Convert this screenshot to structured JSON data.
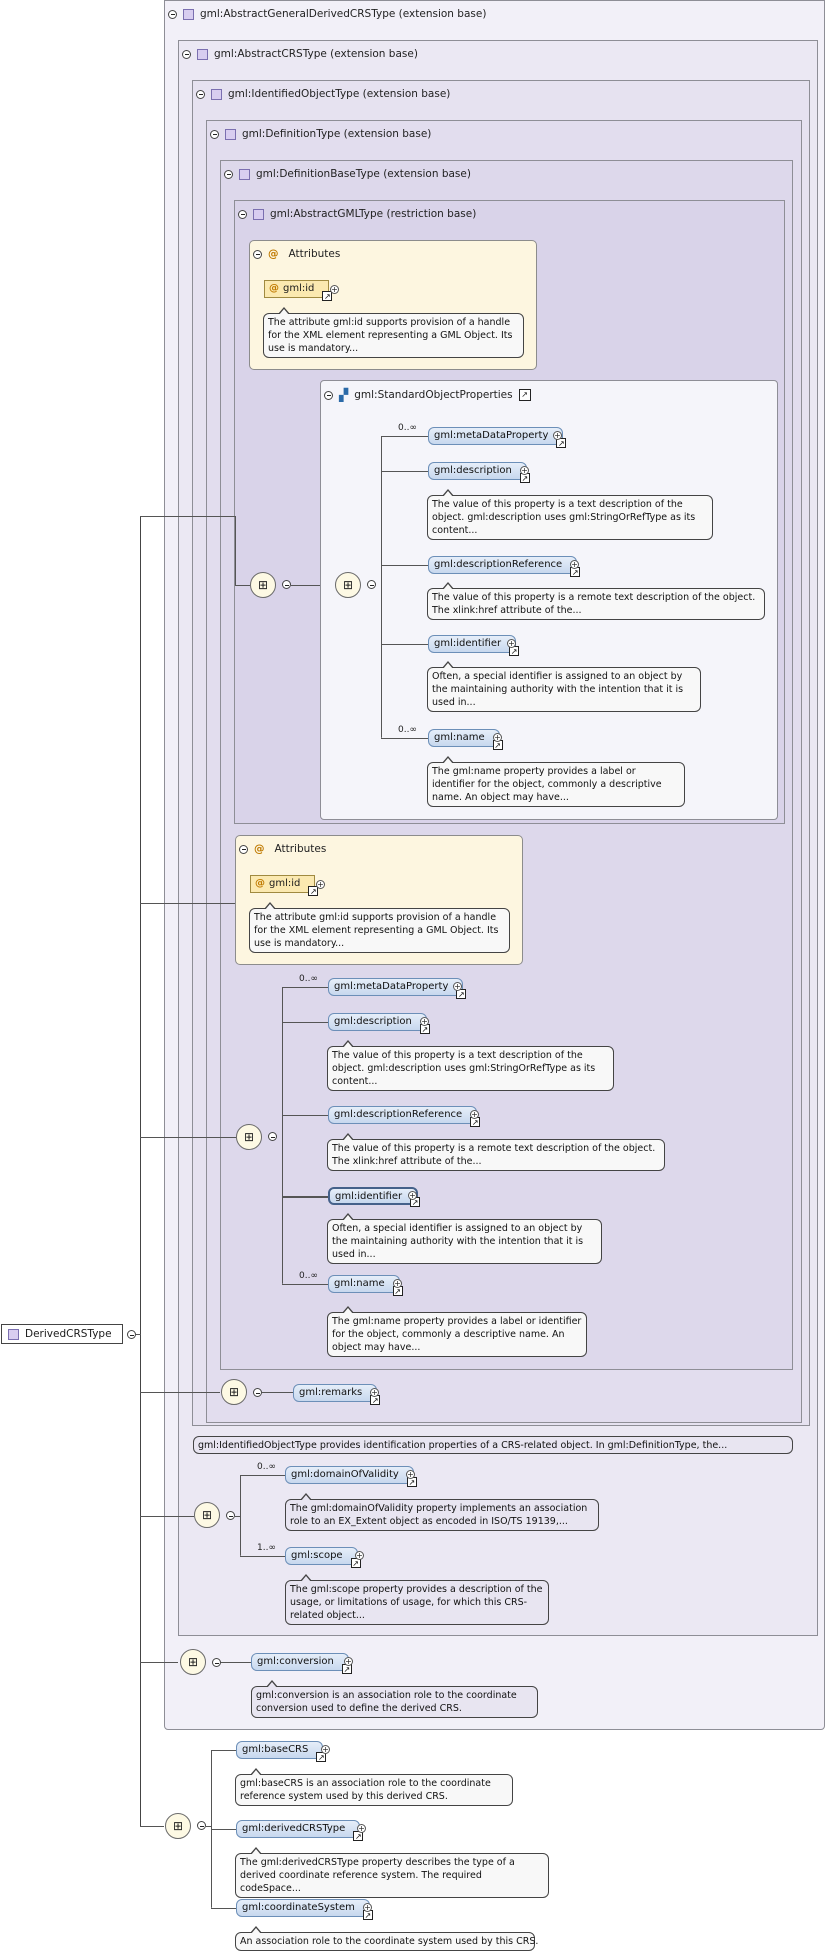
{
  "root": {
    "label": "DerivedCRSType"
  },
  "boxes": {
    "b1": "gml:AbstractGeneralDerivedCRSType (extension base)",
    "b2": "gml:AbstractCRSType (extension base)",
    "b3": "gml:IdentifiedObjectType (extension base)",
    "b4": "gml:DefinitionType (extension base)",
    "b5": "gml:DefinitionBaseType (extension base)",
    "b6": "gml:AbstractGMLType (restriction base)"
  },
  "group": {
    "label": "gml:StandardObjectProperties"
  },
  "attributes": {
    "label": "Attributes",
    "id": "gml:id",
    "id_desc": "The attribute gml:id supports provision of a handle for the XML element representing a GML Object. Its use is mandatory..."
  },
  "props": {
    "metaDataProperty": "gml:metaDataProperty",
    "description": "gml:description",
    "description_desc": "The value of this property is a text description of the object. gml:description uses gml:StringOrRefType as its content...",
    "descriptionReference": "gml:descriptionReference",
    "descriptionReference_desc": "The value of this property is a remote text description of the object. The xlink:href attribute of the...",
    "identifier": "gml:identifier",
    "identifier_desc": "Often, a special identifier is assigned to an object by the maintaining authority with the intention that it is used in...",
    "name": "gml:name",
    "name_desc": "The gml:name property provides a label or identifier for the object, commonly a descriptive name. An object may have..."
  },
  "cardinality": {
    "many": "0..∞",
    "oneMany": "1..∞"
  },
  "remarks": "gml:remarks",
  "identified_desc": "gml:IdentifiedObjectType provides identification properties of a CRS-related object. In gml:DefinitionType, the...",
  "domainOfValidity": "gml:domainOfValidity",
  "domainOfValidity_desc": "The gml:domainOfValidity property implements an association role to an EX_Extent object as encoded in ISO/TS 19139,...",
  "scope": "gml:scope",
  "scope_desc": "The gml:scope property provides a description of the usage, or limitations of usage, for which this CRS-related object...",
  "conversion": "gml:conversion",
  "conversion_desc": "gml:conversion is an association role to the coordinate conversion used to define the derived CRS.",
  "baseCRS": "gml:baseCRS",
  "baseCRS_desc": "gml:baseCRS is an association role to the coordinate reference system used by this derived CRS.",
  "derivedCRSType": "gml:derivedCRSType",
  "derivedCRSType_desc": "The gml:derivedCRSType property describes the type of a derived coordinate reference system. The required codeSpace...",
  "coordinateSystem": "gml:coordinateSystem",
  "coordinateSystem_desc": "An association role to the coordinate system used by this CRS."
}
